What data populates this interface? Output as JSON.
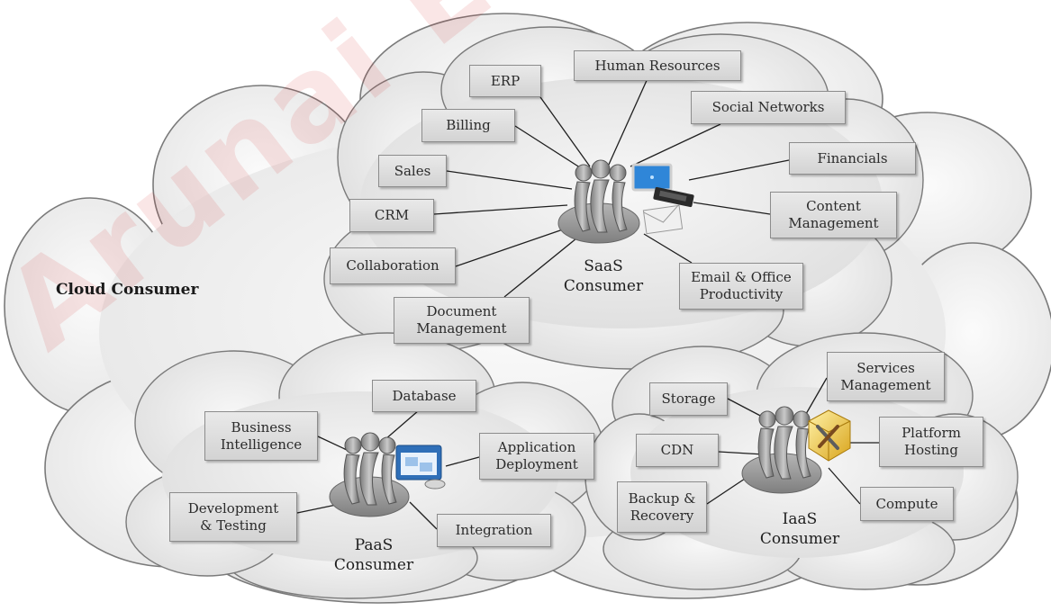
{
  "diagram": {
    "title": "Cloud Consumer",
    "watermark": "Arunai Engineering",
    "colors": {
      "box_fill": "#dcdcdc",
      "box_border": "#8c8c8c",
      "cloud_fill": "#f4f4f4",
      "cloud_stroke": "#7a7a7a",
      "monitor_accent": "#2f86d8"
    },
    "saas": {
      "label": "SaaS\nConsumer",
      "services": {
        "erp": "ERP",
        "human_resources": "Human Resources",
        "billing": "Billing",
        "social_networks": "Social Networks",
        "sales": "Sales",
        "financials": "Financials",
        "crm": "CRM",
        "content_management": "Content\nManagement",
        "collaboration": "Collaboration",
        "email_office": "Email & Office\nProductivity",
        "document_management": "Document\nManagement"
      }
    },
    "paas": {
      "label": "PaaS\nConsumer",
      "services": {
        "database": "Database",
        "business_intelligence": "Business\nIntelligence",
        "application_deployment": "Application\nDeployment",
        "development_testing": "Development\n& Testing",
        "integration": "Integration"
      }
    },
    "iaas": {
      "label": "IaaS\nConsumer",
      "services": {
        "storage": "Storage",
        "services_management": "Services\nManagement",
        "cdn": "CDN",
        "platform_hosting": "Platform\nHosting",
        "backup_recovery": "Backup &\nRecovery",
        "compute": "Compute"
      }
    }
  }
}
